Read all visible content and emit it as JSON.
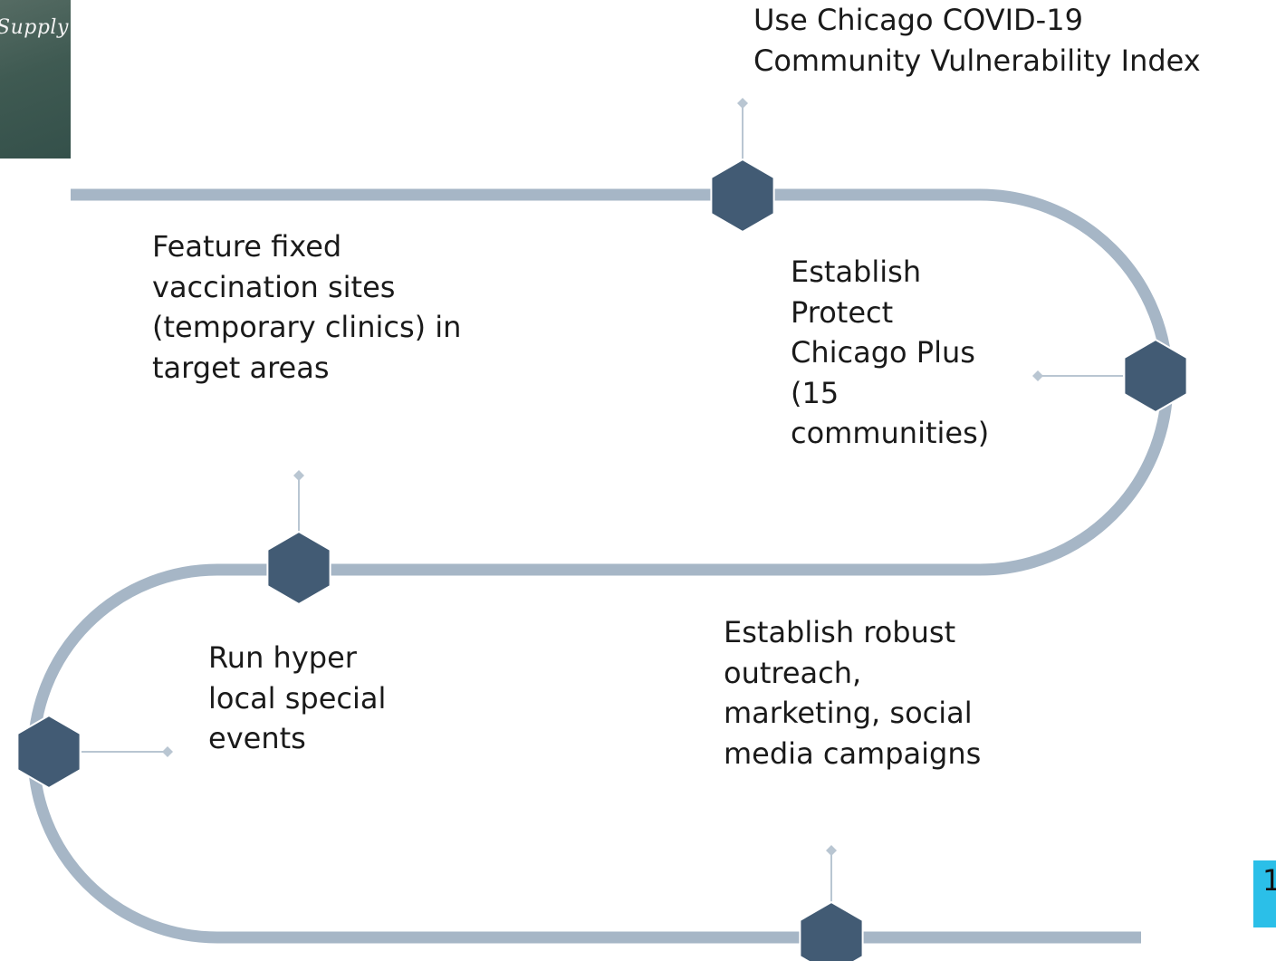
{
  "thumbnail": {
    "caption": "Supply"
  },
  "path": {
    "track_color": "#a6b6c6",
    "node_color": "#425b74",
    "node_border": "#ffffff",
    "stem_color": "#b9c6d2",
    "stem_dot_color": "#b9c6d2"
  },
  "steps": [
    {
      "lines": [
        "Use Chicago COVID-19",
        "Community Vulnerability Index"
      ]
    },
    {
      "lines": [
        "Establish",
        "Protect",
        "Chicago Plus",
        "(15",
        "communities)"
      ]
    },
    {
      "lines": [
        "Feature fixed",
        "vaccination sites",
        "(temporary clinics) in",
        "target areas"
      ]
    },
    {
      "lines": [
        "Run hyper",
        "local special",
        "events"
      ]
    },
    {
      "lines": [
        "Establish robust",
        "outreach,",
        "marketing, social",
        "media campaigns"
      ]
    }
  ],
  "page": {
    "number": "1",
    "badge_color": "#2bbfe8"
  }
}
